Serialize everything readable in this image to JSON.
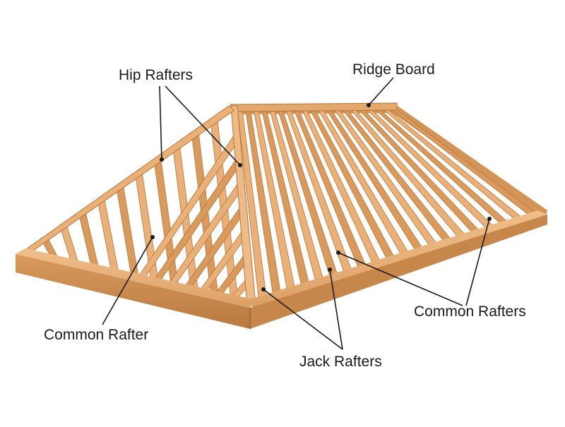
{
  "labels": {
    "hip_rafters": "Hip Rafters",
    "ridge_board": "Ridge Board",
    "common_rafters": "Common Rafters",
    "jack_rafters": "Jack Rafters",
    "common_rafter": "Common Rafter"
  },
  "colors": {
    "wood_light": "#e9b078",
    "wood_mid": "#d99a5c",
    "wood_dark": "#b8743a",
    "wood_shadow": "#9b5e2c",
    "leader": "#1a1a1a"
  }
}
